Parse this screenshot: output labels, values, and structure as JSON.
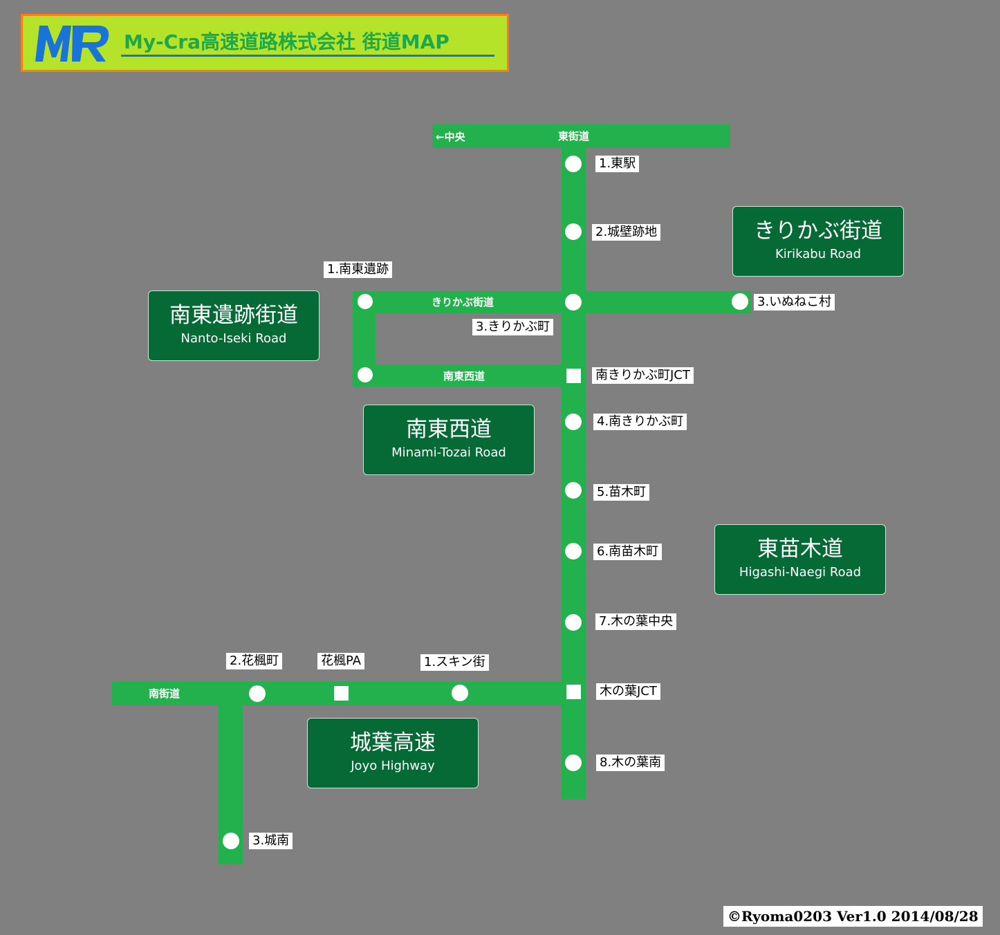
{
  "header": {
    "logo_text": "MR",
    "title": "My-Cra高速道路株式会社 街道MAP"
  },
  "colors": {
    "background": "#808080",
    "road": "#22b14c",
    "sign": "#056a35",
    "header_bg": "#b5e32a",
    "header_border": "#ff7a1a",
    "logo_blue": "#1a73d6"
  },
  "road_labels": {
    "chuo_arrow": "←中央",
    "higashi": "東街道",
    "kirikabu": "きりかぶ街道",
    "nantozai": "南東西道",
    "minami": "南街道"
  },
  "stations": {
    "higashi_eki": "1.東駅",
    "johekiato": "2.城壁跡地",
    "nanto_iseki": "1.南東遺跡",
    "inuneko": "3.いぬねこ村",
    "kirikabu_cho": "3.きりかぶ町",
    "minami_kirikabu_jct": "南きりかぶ町JCT",
    "minami_kirikabu_cho": "4.南きりかぶ町",
    "naegi_cho": "5.苗木町",
    "minami_naegi_cho": "6.南苗木町",
    "konoha_chuo": "7.木の葉中央",
    "kaede_cho": "2.花楓町",
    "kaede_pa": "花楓PA",
    "skin_gai": "1.スキン街",
    "konoha_jct": "木の葉JCT",
    "konoha_minami": "8.木の葉南",
    "jonan": "3.城南"
  },
  "signs": {
    "kirikabu": {
      "jp": "きりかぶ街道",
      "en": "Kirikabu Road"
    },
    "nanto_iseki": {
      "jp": "南東遺跡街道",
      "en": "Nanto-Iseki Road"
    },
    "minami_tozai": {
      "jp": "南東西道",
      "en": "Minami-Tozai Road"
    },
    "higashi_naegi": {
      "jp": "東苗木道",
      "en": "Higashi-Naegi Road"
    },
    "joyo": {
      "jp": "城葉高速",
      "en": "Joyo Highway"
    }
  },
  "footer": {
    "copyright": "©Ryoma0203 Ver1.0 2014/08/28"
  }
}
